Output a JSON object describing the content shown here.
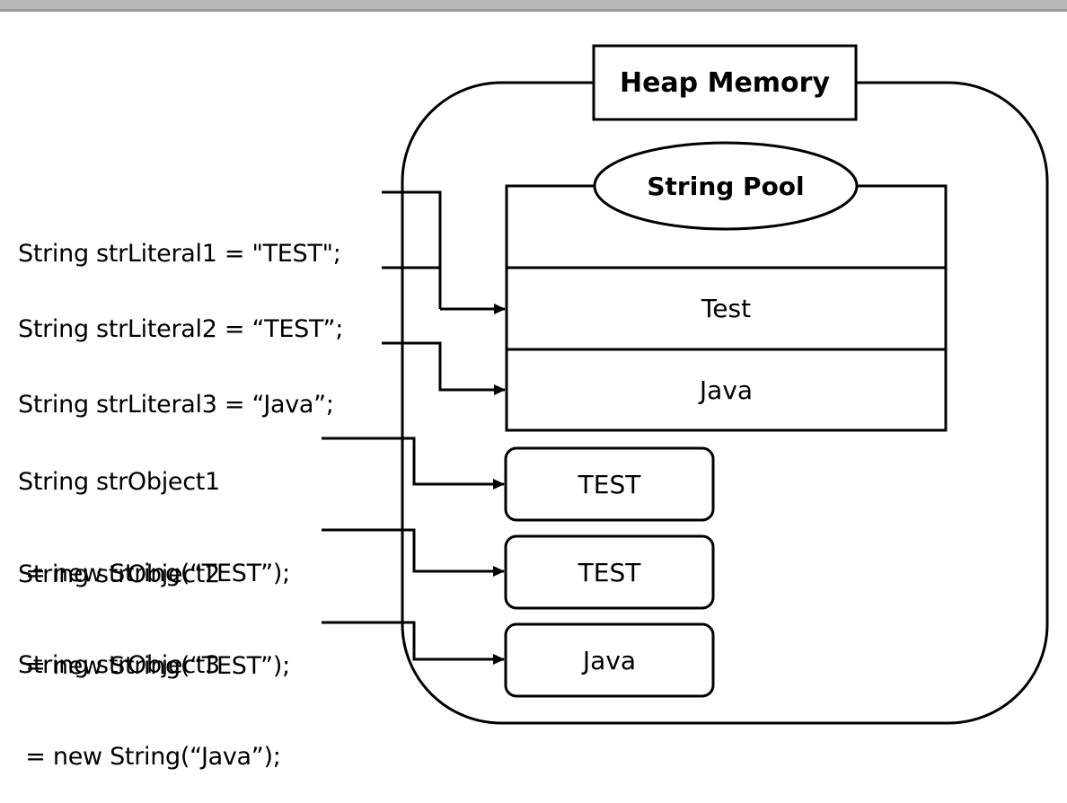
{
  "heap": {
    "title": "Heap Memory"
  },
  "pool": {
    "title": "String Pool",
    "entries": [
      "Test",
      "Java"
    ]
  },
  "objects": [
    "TEST",
    "TEST",
    "Java"
  ],
  "code": {
    "literal1": "String strLiteral1 = \"TEST\";",
    "literal2": "String strLiteral2 = “TEST”;",
    "literal3": "String strLiteral3 = “Java”;",
    "object1_line1": "String strObject1",
    "object1_line2": " = new String(“TEST”);",
    "object2_line1": "String strObject2",
    "object2_line2": " = new String(“TEST”);",
    "object3_line1": "String strObject3",
    "object3_line2": " = new String(“Java”);"
  }
}
